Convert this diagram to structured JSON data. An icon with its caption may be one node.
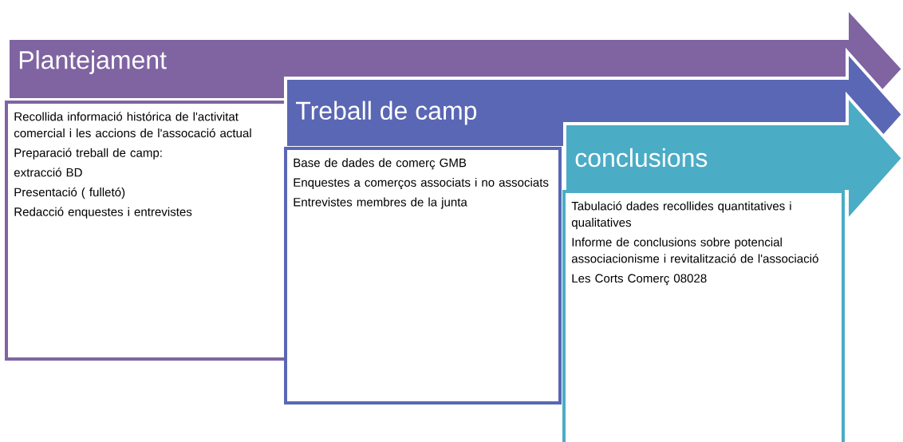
{
  "diagram": {
    "nodes": [
      {
        "text": [
          "Plantejament"
        ]
      },
      {
        "text": [
          "Recollida informació histórica de l'activitat comercial i les accions de l'assocació actual",
          "Preparació treball de camp:",
          "extracció BD",
          "Presentació ( fulletó)",
          "Redacció enquestes i  entrevistes"
        ]
      },
      {
        "text": [
          "Treball de camp"
        ]
      },
      {
        "text": [
          "Base de dades de comerç GMB",
          "Enquestes a comerços associats i no associats",
          "Entrevistes membres de la junta"
        ]
      },
      {
        "text": [
          "conclusions"
        ]
      },
      {
        "text": [
          "Tabulació dades recollides quantitatives i qualitatives",
          "Informe de conclusions sobre potencial associacionisme i revitalització de l'associació",
          "Les Corts Comerç 08028"
        ]
      }
    ]
  }
}
